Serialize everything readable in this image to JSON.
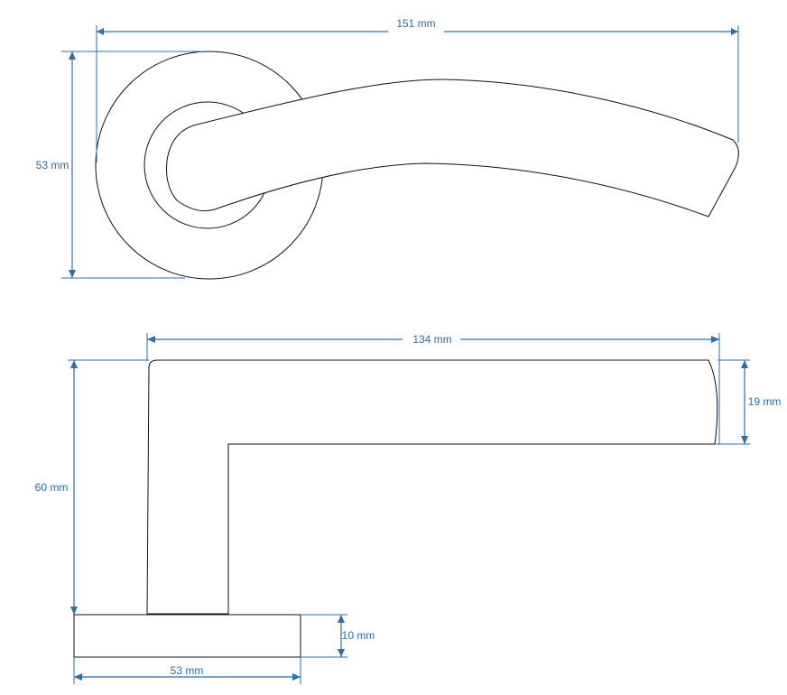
{
  "top_view": {
    "width_label": "151 mm",
    "rose_diameter_label": "53 mm"
  },
  "side_view": {
    "lever_length_label": "134 mm",
    "height_label": "60 mm",
    "lever_thickness_label": "19 mm",
    "rose_thickness_label": "10 mm",
    "rose_diameter_label": "53 mm"
  },
  "colors": {
    "dimension": "#2f6da8",
    "outline": "#111111"
  }
}
